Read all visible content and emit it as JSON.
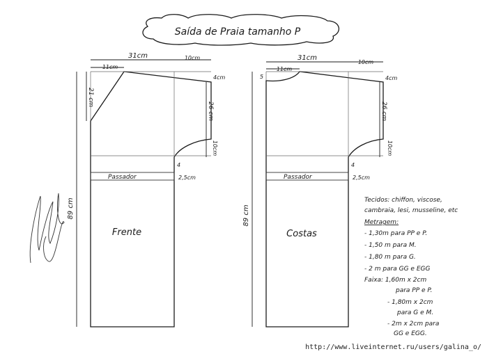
{
  "title": "Saída de Praia tamanho P",
  "front": {
    "label": "Frente",
    "passador": "Passador",
    "dims": {
      "width_top": "31cm",
      "sleeve_ext": "10cm",
      "neck": "11cm",
      "shoulder_drop": "4cm",
      "neck_depth": "21 cm",
      "armhole": "26 cm",
      "underarm": "10cm",
      "gap": "4",
      "passador_w": "2,5cm",
      "length": "89 cm"
    }
  },
  "back": {
    "label": "Costas",
    "passador": "Passador",
    "dims": {
      "width_top": "31cm",
      "sleeve_ext": "10cm",
      "neck": "11cm",
      "neck_depth": "5",
      "shoulder_drop": "4cm",
      "armhole": "26 cm",
      "underarm": "10cm",
      "gap": "4",
      "passador_w": "2,5cm",
      "length": "89 cm"
    }
  },
  "notes": [
    "Tecidos: chiffon, viscose,",
    "cambraia, lesi, musseline, etc",
    "Metragem:",
    "- 1,30m para PP e P.",
    "- 1,50 m para M.",
    "- 1,80 m para G.",
    "- 2 m para GG e EGG",
    "Faixa: 1,60m x 2cm",
    "para PP e P.",
    "- 1,80m x 2cm",
    "para G e M.",
    "- 2m x 2cm para",
    "GG e EGG."
  ],
  "url": "http://www.liveinternet.ru/users/galina_o/"
}
